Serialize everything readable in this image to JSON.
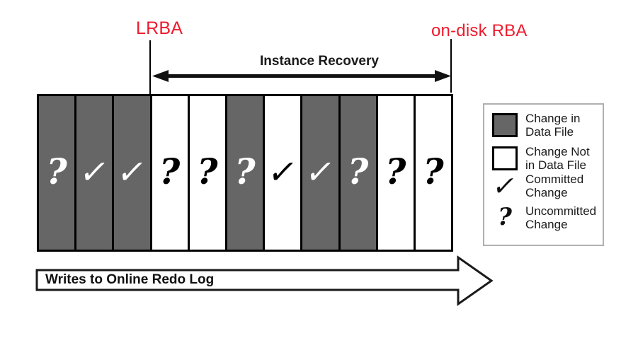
{
  "markers": {
    "lrba": "LRBA",
    "on_disk_rba": "on-disk RBA"
  },
  "instance_recovery": {
    "label": "Instance Recovery"
  },
  "writes_arrow": {
    "label": "Writes to Online Redo Log"
  },
  "glyphs": {
    "check": "✓",
    "question": "?"
  },
  "blocks": [
    {
      "in_data_file": true,
      "change": "uncommitted"
    },
    {
      "in_data_file": true,
      "change": "committed"
    },
    {
      "in_data_file": true,
      "change": "committed"
    },
    {
      "in_data_file": false,
      "change": "uncommitted"
    },
    {
      "in_data_file": false,
      "change": "uncommitted"
    },
    {
      "in_data_file": true,
      "change": "uncommitted"
    },
    {
      "in_data_file": false,
      "change": "committed"
    },
    {
      "in_data_file": true,
      "change": "committed"
    },
    {
      "in_data_file": true,
      "change": "uncommitted"
    },
    {
      "in_data_file": false,
      "change": "uncommitted"
    },
    {
      "in_data_file": false,
      "change": "uncommitted"
    }
  ],
  "legend": {
    "items": [
      {
        "icon": "data-file-swatch",
        "lines": [
          "Change in",
          "Data File"
        ]
      },
      {
        "icon": "no-data-file-swatch",
        "lines": [
          "Change Not",
          "in Data File"
        ]
      },
      {
        "icon": "check",
        "lines": [
          "Committed",
          "Change"
        ]
      },
      {
        "icon": "question",
        "lines": [
          "Uncommitted",
          "Change"
        ]
      }
    ]
  },
  "colors": {
    "data_file_fill": "#666666",
    "marker_red": "#ee1b2d",
    "legend_border": "#b0b0b0"
  }
}
